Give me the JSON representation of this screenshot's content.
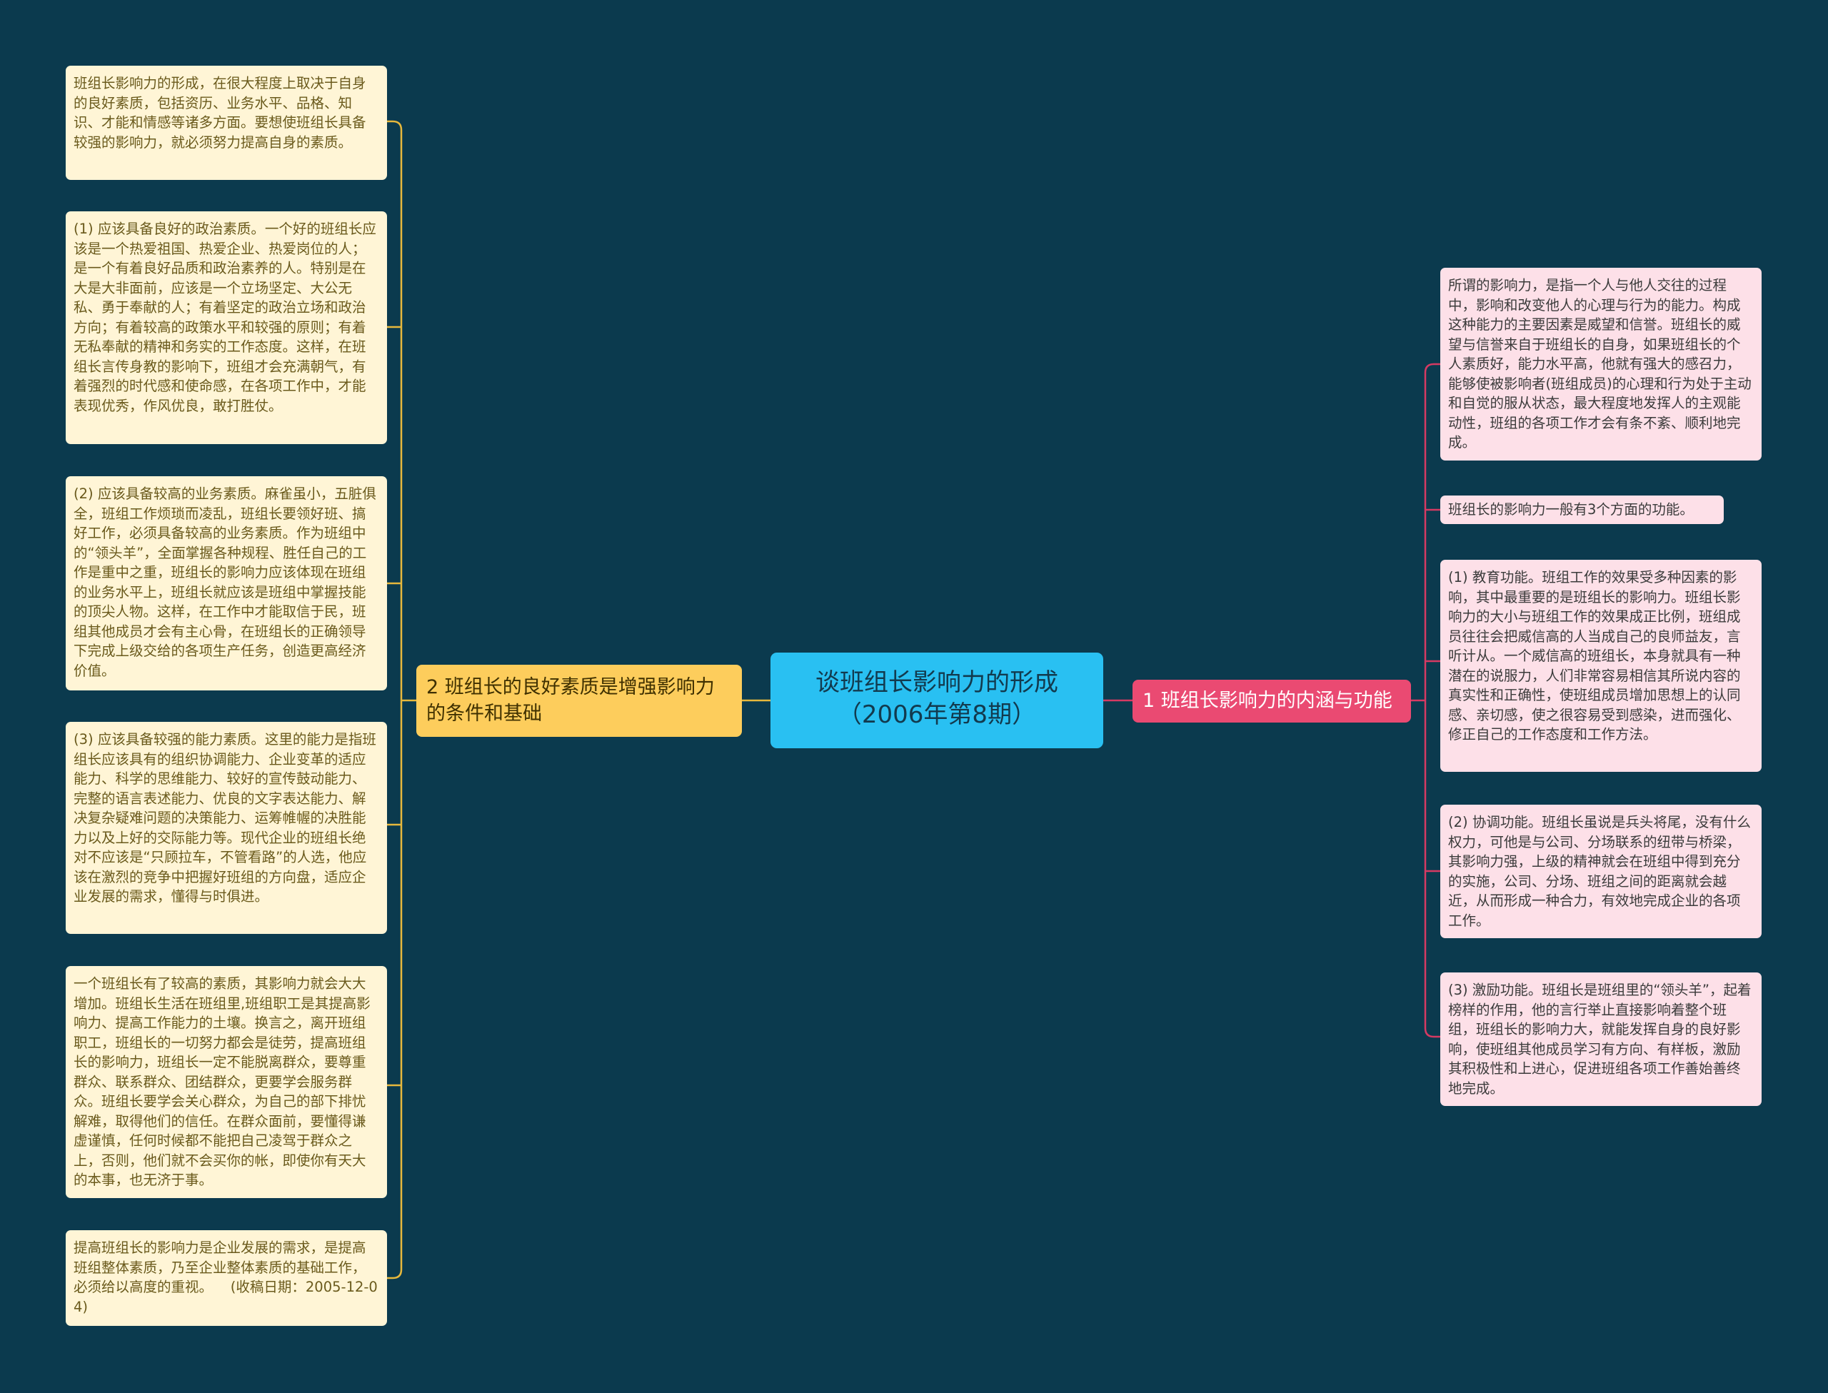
{
  "colors": {
    "background": "#0b3a4e",
    "root": "#29c0f2",
    "branch_left": "#fdcd5c",
    "branch_right": "#ea4a72",
    "leaf_left": "#fff5d6",
    "leaf_right": "#fde0e8",
    "line_left": "#e7b83c",
    "line_right": "#d63a63"
  },
  "root": {
    "label": "谈班组长影响力的形成（2006年第8期）"
  },
  "branch_right": {
    "label": "1  班组长影响力的内涵与功能",
    "items": [
      "所谓的影响力，是指一个人与他人交往的过程中，影响和改变他人的心理与行为的能力。构成这种能力的主要因素是威望和信誉。班组长的威望与信誉来自于班组长的自身，如果班组长的个人素质好，能力水平高，他就有强大的感召力，能够使被影响者(班组成员)的心理和行为处于主动和自觉的服从状态，最大程度地发挥人的主观能动性，班组的各项工作才会有条不紊、顺利地完成。",
      "班组长的影响力一般有3个方面的功能。",
      "(1) 教育功能。班组工作的效果受多种因素的影响，其中最重要的是班组长的影响力。班组长影响力的大小与班组工作的效果成正比例，班组成员往往会把威信高的人当成自己的良师益友，言听计从。一个威信高的班组长，本身就具有一种潜在的说服力，人们非常容易相信其所说内容的真实性和正确性，使班组成员增加思想上的认同感、亲切感，使之很容易受到感染，进而强化、修正自己的工作态度和工作方法。",
      "(2) 协调功能。班组长虽说是兵头将尾，没有什么权力，可他是与公司、分场联系的纽带与桥梁，其影响力强，上级的精神就会在班组中得到充分的实施，公司、分场、班组之间的距离就会越近，从而形成一种合力，有效地完成企业的各项工作。",
      "(3) 激励功能。班组长是班组里的“领头羊”，起着榜样的作用，他的言行举止直接影响着整个班组，班组长的影响力大，就能发挥自身的良好影响，使班组其他成员学习有方向、有样板，激励其积极性和上进心，促进班组各项工作善始善终地完成。"
    ]
  },
  "branch_left": {
    "label": "2  班组长的良好素质是增强影响力的条件和基础",
    "items": [
      "班组长影响力的形成，在很大程度上取决于自身的良好素质，包括资历、业务水平、品格、知识、才能和情感等诸多方面。要想使班组长具备较强的影响力，就必须努力提高自身的素质。",
      "(1) 应该具备良好的政治素质。一个好的班组长应该是一个热爱祖国、热爱企业、热爱岗位的人；是一个有着良好品质和政治素养的人。特别是在大是大非面前，应该是一个立场坚定、大公无私、勇于奉献的人；有着坚定的政治立场和政治方向；有着较高的政策水平和较强的原则；有着无私奉献的精神和务实的工作态度。这样，在班组长言传身教的影响下，班组才会充满朝气，有着强烈的时代感和使命感，在各项工作中，才能表现优秀，作风优良，敢打胜仗。",
      "(2) 应该具备较高的业务素质。麻雀虽小，五脏俱全，班组工作烦琐而凌乱，班组长要领好班、搞好工作，必须具备较高的业务素质。作为班组中的“领头羊”，全面掌握各种规程、胜任自己的工作是重中之重，班组长的影响力应该体现在班组的业务水平上，班组长就应该是班组中掌握技能的顶尖人物。这样，在工作中才能取信于民，班组其他成员才会有主心骨，在班组长的正确领导下完成上级交给的各项生产任务，创造更高经济价值。",
      "(3) 应该具备较强的能力素质。这里的能力是指班组长应该具有的组织协调能力、企业变革的适应能力、科学的思维能力、较好的宣传鼓动能力、完整的语言表述能力、优良的文字表达能力、解决复杂疑难问题的决策能力、运筹帷幄的决胜能力以及上好的交际能力等。现代企业的班组长绝对不应该是“只顾拉车，不管看路”的人选，他应该在激烈的竞争中把握好班组的方向盘，适应企业发展的需求，懂得与时俱进。",
      "一个班组长有了较高的素质，其影响力就会大大增加。班组长生活在班组里,班组职工是其提高影响力、提高工作能力的土壤。换言之，离开班组职工，班组长的一切努力都会是徒劳，提高班组长的影响力，班组长一定不能脱离群众，要尊重群众、联系群众、团结群众，更要学会服务群众。班组长要学会关心群众，为自己的部下排忧解难，取得他们的信任。在群众面前，要懂得谦虚谨慎，任何时候都不能把自己凌驾于群众之上，否则，他们就不会买你的帐，即使你有天大的本事，也无济于事。",
      "提高班组长的影响力是企业发展的需求，是提高班组整体素质，乃至企业整体素质的基础工作，必须给以高度的重视。    (收稿日期：2005-12-04)"
    ]
  }
}
